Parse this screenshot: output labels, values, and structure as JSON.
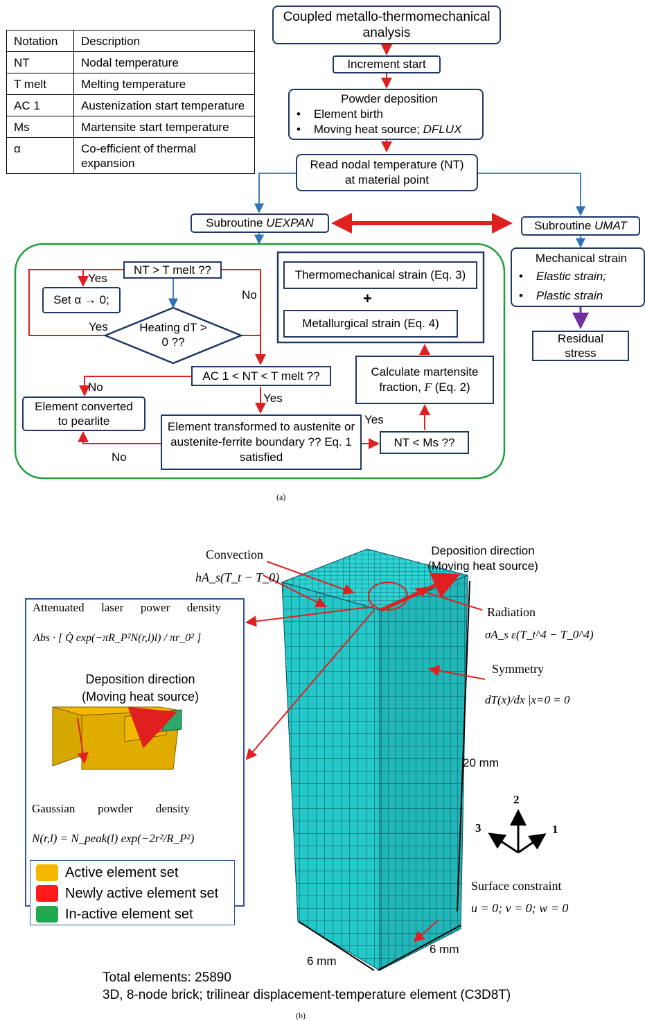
{
  "table": {
    "header": [
      "Notation",
      "Description"
    ],
    "rows": [
      [
        "NT",
        "Nodal temperature"
      ],
      [
        "T melt",
        "Melting temperature"
      ],
      [
        "AC 1",
        "Austenization start temperature"
      ],
      [
        "Ms",
        "Martensite start temperature"
      ],
      [
        "α",
        "Co-efficient of thermal expansion"
      ]
    ]
  },
  "flow": {
    "title": "Coupled metallo-thermomechanical analysis",
    "increment": "Increment start",
    "powder_title": "Powder deposition",
    "powder_b1": "Element birth",
    "powder_b2_text": "Moving heat source; ",
    "powder_b2_ital": "DFLUX",
    "read_nt": "Read nodal temperature (NT) at material point",
    "uexpan_pre": "Subroutine ",
    "uexpan_ital": "UEXPAN",
    "umat_pre": "Subroutine ",
    "umat_ital": "UMAT",
    "mech_title": "Mechanical strain",
    "mech_b1": "Elastic strain;",
    "mech_b2": "Plastic strain",
    "residual": "Residual stress",
    "nt_tmelt": "NT > T melt ??",
    "set_alpha": "Set α → 0;",
    "heating": "Heating dT > 0 ??",
    "ac1": "AC 1 < NT < T melt ??",
    "pearlite": "Element converted to pearlite",
    "austenite": "Element transformed to austenite or austenite-ferrite boundary ?? Eq. 1 satisfied",
    "nt_ms": "NT < Ms ??",
    "calc_pre": "Calculate martensite fraction, ",
    "calc_f": "F",
    "calc_post": " (Eq. 2)",
    "thermo": "Thermomechanical strain (Eq. 3)",
    "plus": "+",
    "metal": "Metallurgical strain (Eq. 4)",
    "yes": "Yes",
    "no": "No"
  },
  "caption_a": "(a)",
  "caption_b": "(b)",
  "fem": {
    "convection": "Convection",
    "convection_eq": "hA_s(T_t − T_0)",
    "deposition_dir": "Deposition direction",
    "moving_src": "(Moving heat source)",
    "radiation": "Radiation",
    "radiation_eq": "σA_s ε(T_t^4 − T_0^4)",
    "symmetry": "Symmetry",
    "symmetry_eq": "dT(x)/dx |x=0 = 0",
    "height": "20 mm",
    "width1": "6 mm",
    "width2": "6 mm",
    "surface": "Surface constraint",
    "surface_eq": "u = 0; v = 0; w = 0",
    "axis1": "1",
    "axis2": "2",
    "axis3": "3",
    "total": "Total elements: 25890",
    "element_type": "3D, 8-node brick; trilinear displacement-temperature element (C3D8T)"
  },
  "inset": {
    "title_words": [
      "Attenuated",
      "laser",
      "power",
      "density"
    ],
    "eq1": "Abs · [ Q̇ exp(−πR_P²N(r,l)l) / πr_0² ]",
    "dep_dir": "Deposition direction",
    "moving": "(Moving heat source)",
    "gauss_words": [
      "Gaussian",
      "powder",
      "density"
    ],
    "eq2": "N(r,l) = N_peak(l) exp(−2r²/R_P²)",
    "legend": [
      {
        "label": "Active element set",
        "color": "#f5b800"
      },
      {
        "label": "Newly active element set",
        "color": "#ff1a1a"
      },
      {
        "label": "In-active element set",
        "color": "#1faa4f"
      }
    ]
  },
  "colors": {
    "box_border": "#1f3864",
    "arrow_red": "#e02020",
    "arrow_blue": "#2e75b6",
    "loop_green": "#1e9e3a",
    "arrow_purple": "#7030a0",
    "mesh": "#25c8c8"
  }
}
